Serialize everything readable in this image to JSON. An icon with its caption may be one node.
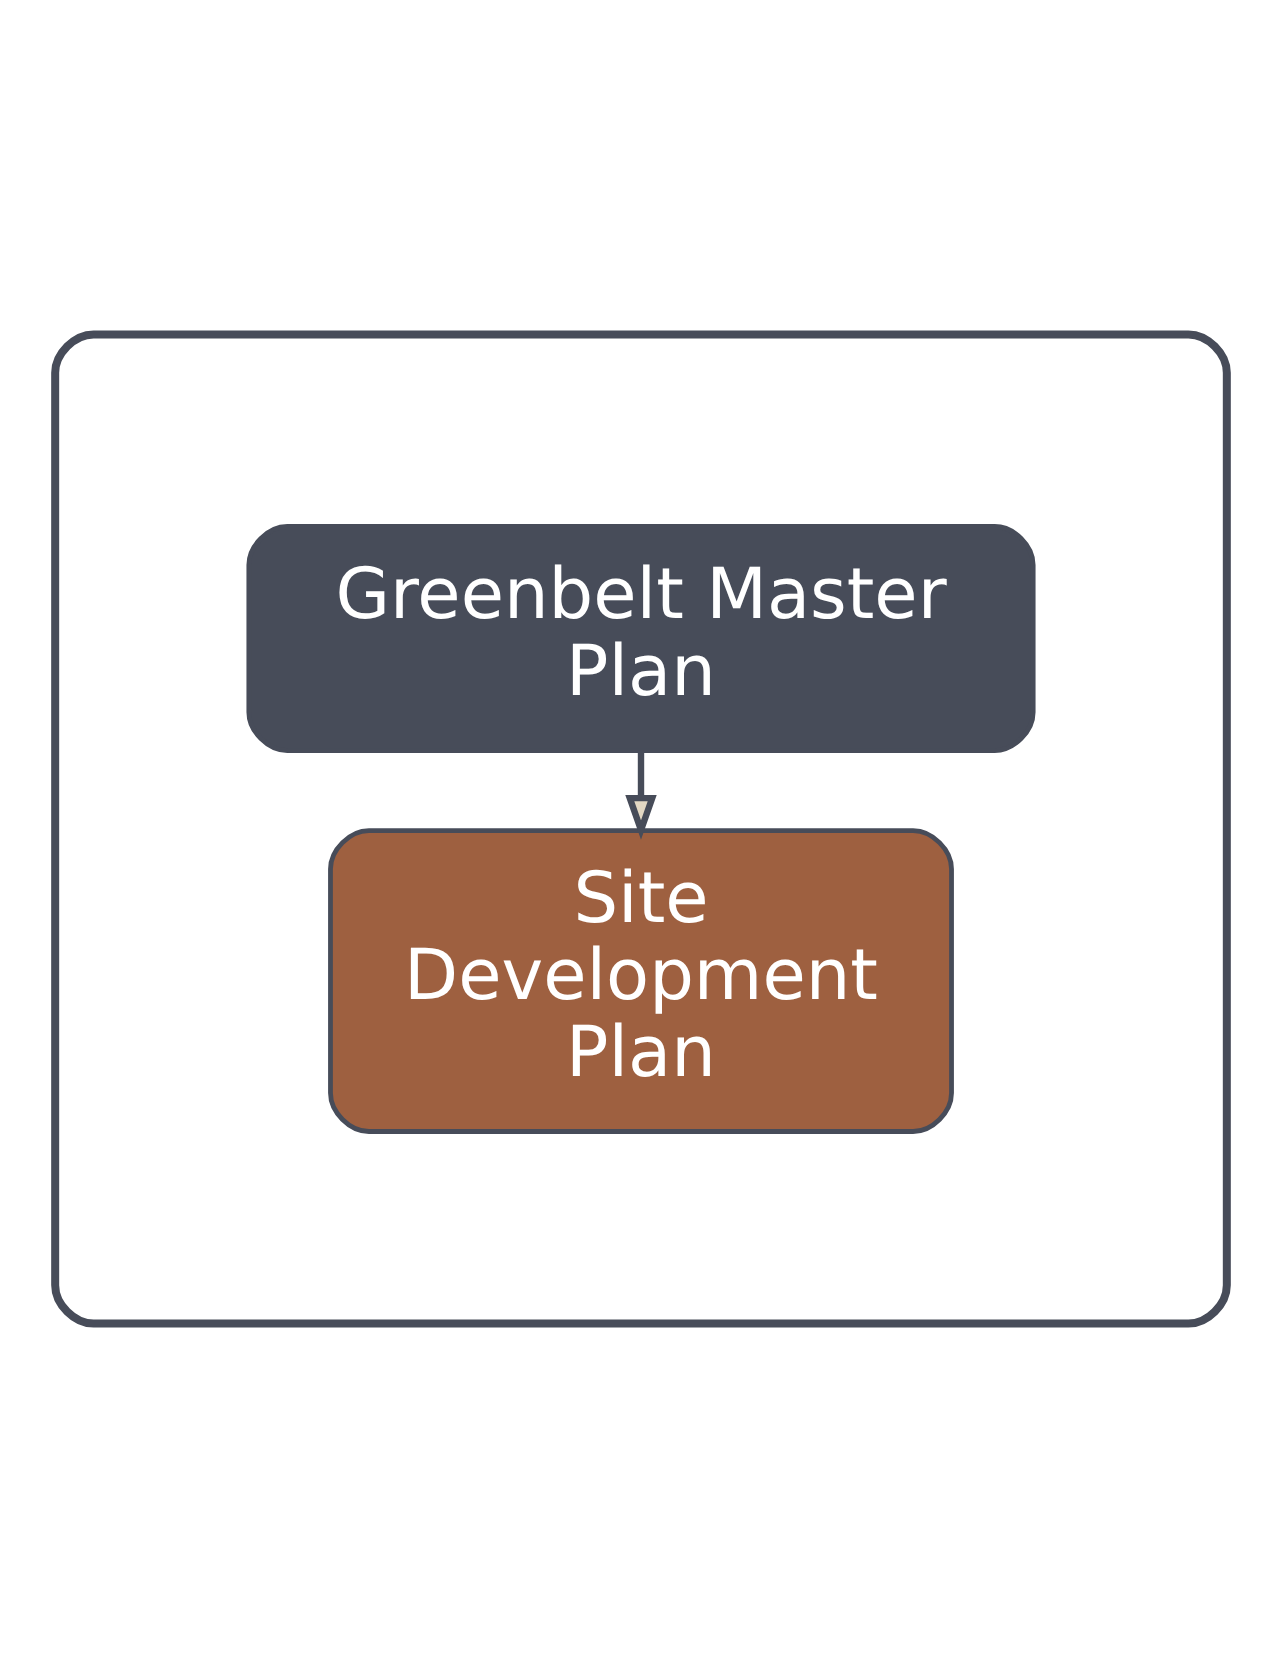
{
  "diagram": {
    "nodes": [
      {
        "text": [],
        "shape": "box"
      },
      {
        "text": [
          "Greenbelt Master Plan"
        ],
        "in": 0
      },
      {
        "text": [
          "Site Development Plan"
        ],
        "in": 0
      }
    ],
    "edges": [
      {
        "from": 1,
        "to": 2,
        "arrow": "to"
      }
    ]
  }
}
